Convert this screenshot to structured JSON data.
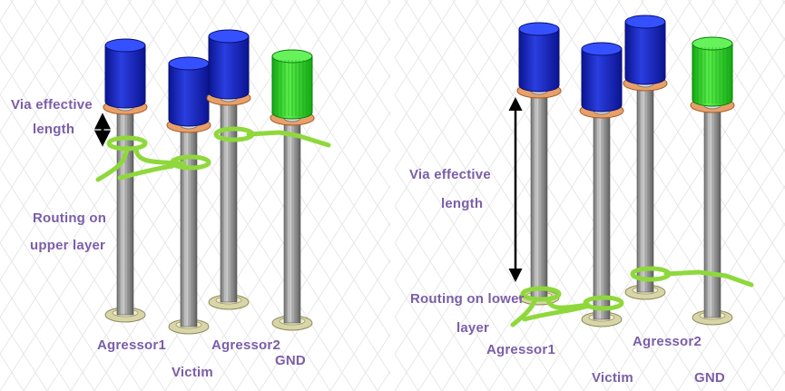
{
  "panels": [
    {
      "id": "left",
      "via_label_line1": "Via effective",
      "via_label_line2": "length",
      "routing_label_line1": "Routing on",
      "routing_label_line2": "upper layer",
      "via_names": [
        "Agressor1",
        "Victim",
        "Agressor2",
        "GND"
      ]
    },
    {
      "id": "right",
      "via_label_line1": "Via effective",
      "via_label_line2": "length",
      "routing_label_line1": "Routing on lower",
      "routing_label_line2": "layer",
      "via_names": [
        "Agressor1",
        "Victim",
        "Agressor2",
        "GND"
      ]
    }
  ],
  "colors": {
    "label": "#7b5ea7",
    "signal_cap": "#1020c8",
    "ground_cap": "#22d41c",
    "pad": "#e8a06a",
    "trace": "#9ee34a",
    "barrel": "#9a9a9a",
    "base": "#d8d6a8",
    "grid": "#e2e2e2"
  }
}
